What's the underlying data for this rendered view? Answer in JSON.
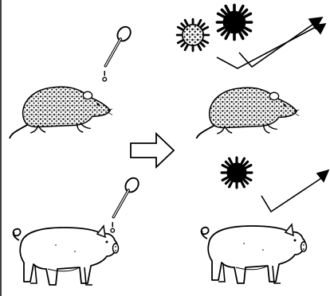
{
  "figure": {
    "panels": [
      {
        "id": "before",
        "subjects": [
          "mouse",
          "pig"
        ],
        "intervention": "dropper"
      },
      {
        "id": "after",
        "subjects": [
          "mouse",
          "pig"
        ],
        "signals": [
          "up-arrow",
          "up-arrow"
        ]
      }
    ],
    "transition": "arrow-right",
    "pathogens": [
      "virus-gray",
      "virus-black",
      "virus-black"
    ],
    "colors": {
      "ink": "#000000",
      "fill_light": "#ffffff",
      "fur": "#2a2a2a",
      "virus_gray": "#5a5a5a"
    }
  }
}
